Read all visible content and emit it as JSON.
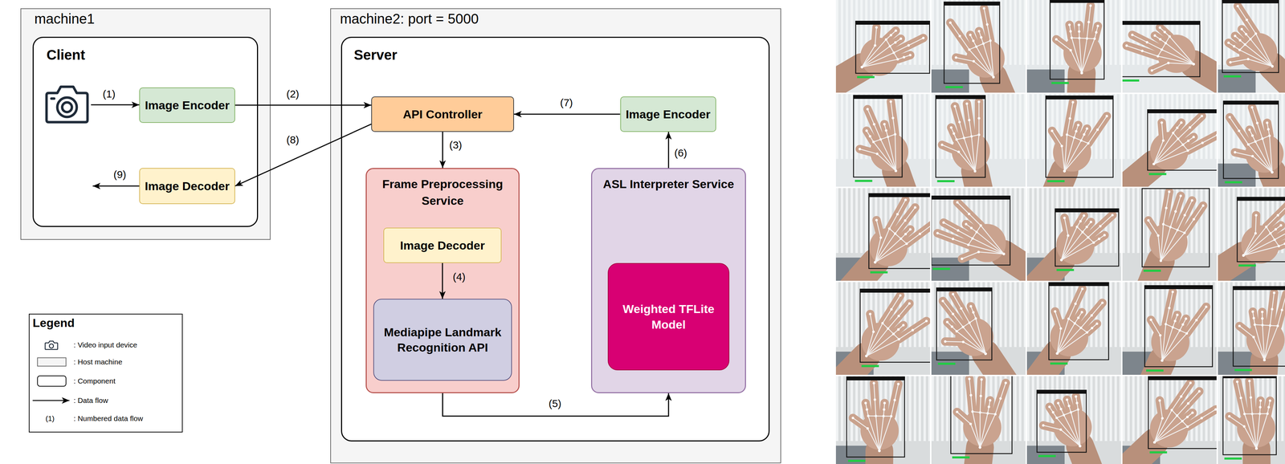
{
  "diagram": {
    "nodes": [
      {
        "text": [
          "machine1"
        ]
      },
      {
        "text": [
          "Client"
        ],
        "in": 0
      },
      {
        "text": [
          "Image Encoder"
        ],
        "in": 1
      },
      {
        "text": [
          "Image Decoder"
        ],
        "in": 1
      },
      {
        "text": [
          "machine2: port = 5000"
        ]
      },
      {
        "text": [
          "Server"
        ],
        "in": 4
      },
      {
        "text": [
          "API Controller"
        ],
        "in": 5
      },
      {
        "text": [
          "Frame Preprocessing Service"
        ],
        "in": 5
      },
      {
        "text": [
          "Image Decoder"
        ],
        "in": 7
      },
      {
        "text": [
          "Mediapipe Landmark Recognition API"
        ],
        "in": 7
      },
      {
        "text": [
          "Image Encoder"
        ],
        "in": 5
      },
      {
        "text": [
          "ASL Interpreter Service"
        ],
        "in": 5
      },
      {
        "text": [
          "Weighted TFLite Model"
        ],
        "in": 11
      },
      {
        "text": [
          "Legend"
        ]
      }
    ],
    "edges": [
      {
        "from": 2,
        "to": 6,
        "label": "(2)",
        "arrow": "to"
      },
      {
        "from": 6,
        "to": 7,
        "label": "(3)",
        "arrow": "to"
      },
      {
        "from": 8,
        "to": 9,
        "label": "(4)",
        "arrow": "to"
      },
      {
        "from": 7,
        "to": 11,
        "label": "(5)",
        "arrow": "to"
      },
      {
        "from": 11,
        "to": 10,
        "label": "(6)",
        "arrow": "to"
      },
      {
        "from": 10,
        "to": 6,
        "label": "(7)",
        "arrow": "to"
      },
      {
        "from": 6,
        "to": 3,
        "label": "(8)",
        "arrow": "to"
      }
    ],
    "labels": [
      "(1)",
      "(9)",
      "(1)"
    ],
    "legend": [
      {
        "text": ": Video input device"
      },
      {
        "text": ": Host machine"
      },
      {
        "text": ": Component"
      },
      {
        "text": ": Data flow"
      },
      {
        "text": ": Numbered data flow"
      }
    ]
  }
}
